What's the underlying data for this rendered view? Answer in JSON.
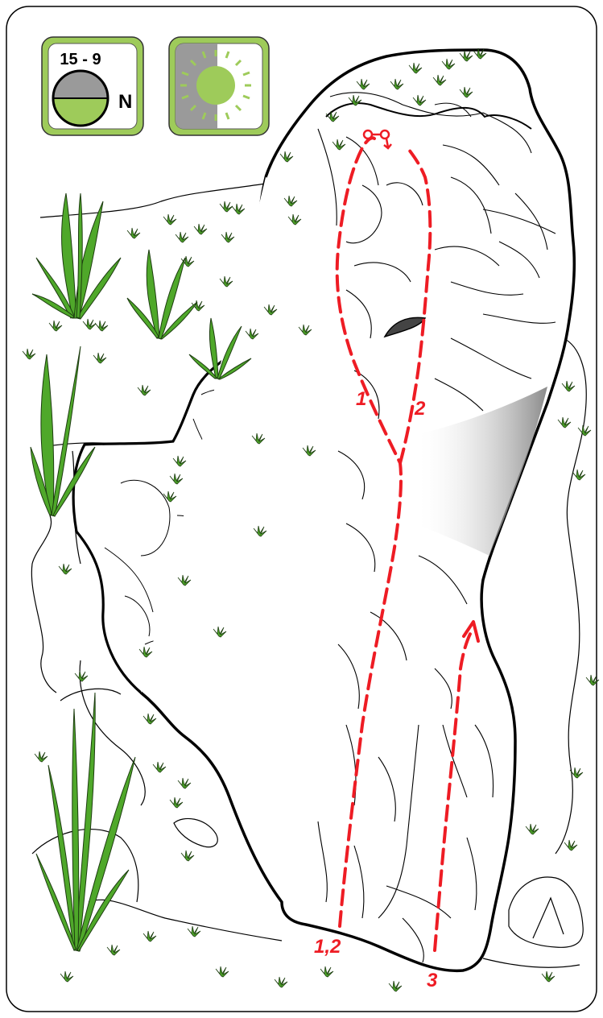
{
  "badges": {
    "orientation": {
      "time_range": "15 - 9",
      "compass_letter": "N",
      "icon": "compass-half-shade-icon"
    },
    "sun": {
      "icon": "sun-partial-shade-icon"
    }
  },
  "routes": [
    {
      "label": "1"
    },
    {
      "label": "2"
    },
    {
      "label": "1,2"
    },
    {
      "label": "3"
    }
  ],
  "colors": {
    "route": "#ee1c24",
    "badge_green": "#9ecb5a",
    "grass": "#4fa82a",
    "rock_outline": "#000000",
    "shade": "#9a9a9a"
  }
}
